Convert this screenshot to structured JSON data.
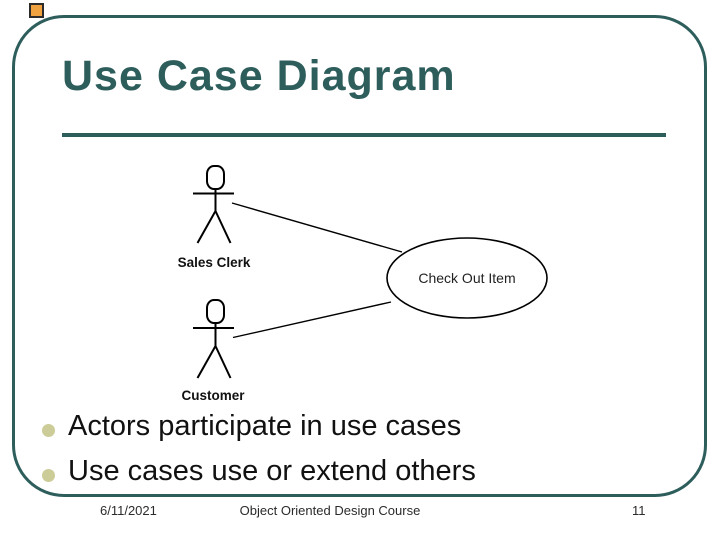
{
  "slide": {
    "title": "Use Case Diagram",
    "diagram": {
      "actors": [
        {
          "label": "Sales Clerk"
        },
        {
          "label": "Customer"
        }
      ],
      "use_case_label": "Check Out Item"
    },
    "bullets": [
      "Actors participate in use cases",
      "Use cases use or extend others"
    ],
    "footer": {
      "date": "6/11/2021",
      "center": "Object Oriented Design Course",
      "page_number": "11"
    },
    "colors": {
      "accent_teal": "#2E5E5C",
      "bullet_fill": "#CCCC99",
      "corner_square_orange": "#EFA23F",
      "diagram_stroke": "#000000"
    }
  }
}
